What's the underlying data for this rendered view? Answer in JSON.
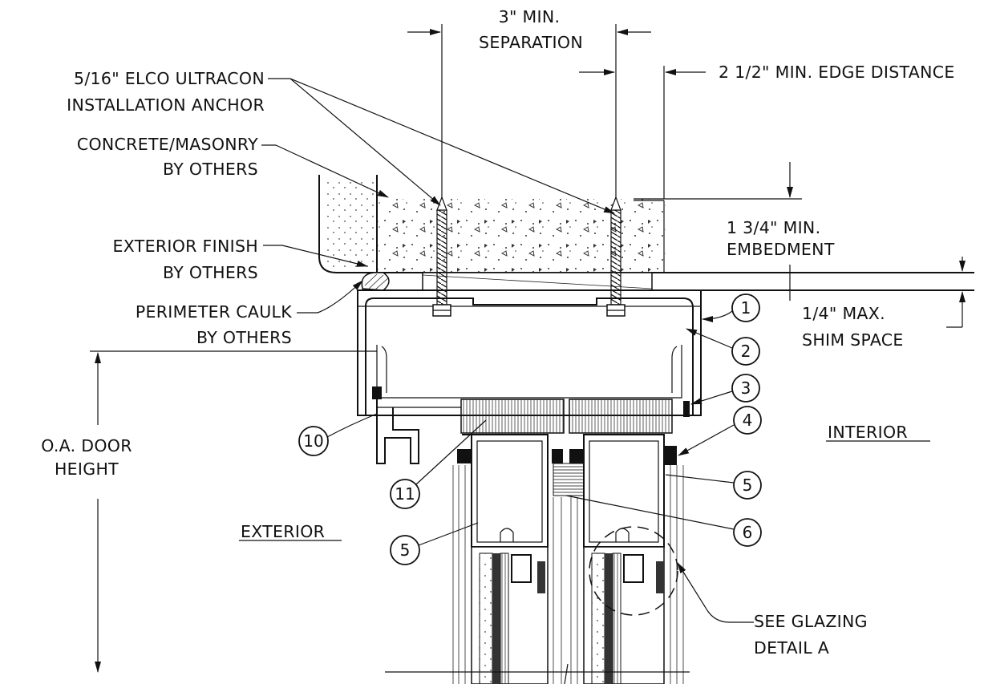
{
  "labels": {
    "separation_l1": "3\" MIN.",
    "separation_l2": "SEPARATION",
    "edge_distance": "2 1/2\" MIN. EDGE DISTANCE",
    "anchor_l1": "5/16\" ELCO ULTRACON",
    "anchor_l2": "INSTALLATION ANCHOR",
    "concrete_l1": "CONCRETE/MASONRY",
    "concrete_l2": "BY OTHERS",
    "finish_l1": "EXTERIOR FINISH",
    "finish_l2": "BY OTHERS",
    "caulk_l1": "PERIMETER CAULK",
    "caulk_l2": "BY OTHERS",
    "embed_l1": "1 3/4\" MIN.",
    "embed_l2": "EMBEDMENT",
    "shim_l1": "1/4\" MAX.",
    "shim_l2": "SHIM SPACE",
    "door_l1": "O.A. DOOR",
    "door_l2": "HEIGHT",
    "interior": "INTERIOR",
    "exterior": "EXTERIOR",
    "glazing_l1": "SEE GLAZING",
    "glazing_l2": "DETAIL A"
  },
  "callouts": {
    "c1": "1",
    "c2": "2",
    "c3": "3",
    "c4": "4",
    "c5a": "5",
    "c5b": "5",
    "c6": "6",
    "c10": "10",
    "c11": "11"
  }
}
